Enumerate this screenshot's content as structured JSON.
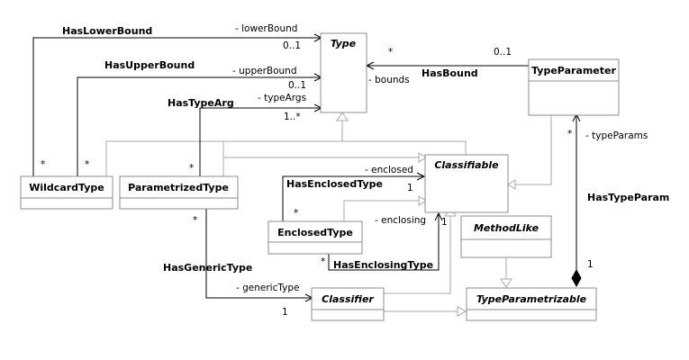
{
  "classes": {
    "type": "Type",
    "type_parameter": "TypeParameter",
    "wildcard_type": "WildcardType",
    "parametrized_type": "ParametrizedType",
    "classifiable": "Classifiable",
    "enclosed_type": "EnclosedType",
    "method_like": "MethodLike",
    "classifier": "Classifier",
    "type_parametrizable": "TypeParametrizable"
  },
  "associations": {
    "has_lower_bound": {
      "name": "HasLowerBound",
      "role": "- lowerBound",
      "mult_target": "0..1",
      "mult_source": "*"
    },
    "has_upper_bound": {
      "name": "HasUpperBound",
      "role": "- upperBound",
      "mult_target": "0..1",
      "mult_source": "*"
    },
    "has_type_arg": {
      "name": "HasTypeArg",
      "role": "- typeArgs",
      "mult_target": "1..*",
      "mult_source": "*"
    },
    "has_bound": {
      "name": "HasBound",
      "role": "- bounds",
      "mult_target": "*",
      "mult_source": "0..1"
    },
    "has_enclosed_type": {
      "name": "HasEnclosedType",
      "role": "- enclosed",
      "mult_target": "1",
      "mult_source": "*"
    },
    "has_enclosing_type": {
      "name": "HasEnclosingType",
      "role": "- enclosing",
      "mult_target": "1",
      "mult_source": "*"
    },
    "has_generic_type": {
      "name": "HasGenericType",
      "role": "- genericType",
      "mult_target": "1",
      "mult_source": "*"
    },
    "has_type_param": {
      "name": "HasTypeParam",
      "role": "- typeParams",
      "mult_target": "*",
      "mult_source": "1"
    }
  },
  "colors": {
    "box_stroke": "#8c8c8c",
    "generalization": "#a8a8a8",
    "association": "#000000"
  }
}
